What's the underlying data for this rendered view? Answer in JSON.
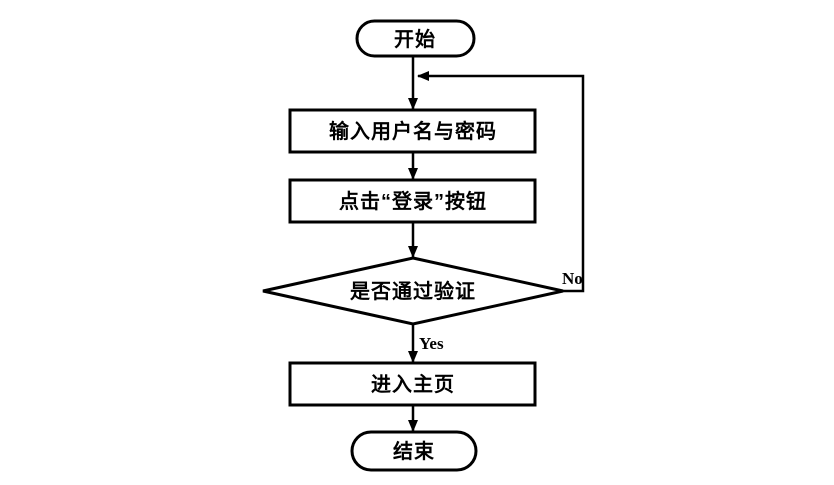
{
  "diagram": {
    "kind": "flowchart",
    "direction": "top-down",
    "background_color": "#ffffff",
    "line_color": "#000000",
    "nodes": [
      {
        "id": "start",
        "shape": "stadium",
        "label": "开始"
      },
      {
        "id": "input",
        "shape": "rect",
        "label": "输入用户名与密码"
      },
      {
        "id": "click",
        "shape": "rect",
        "label": "点击“登录”按钮"
      },
      {
        "id": "verify",
        "shape": "diamond",
        "label": "是否通过验证"
      },
      {
        "id": "home",
        "shape": "rect",
        "label": "进入主页"
      },
      {
        "id": "end",
        "shape": "stadium",
        "label": "结束"
      }
    ],
    "edges": [
      {
        "from": "start",
        "to": "input",
        "label": ""
      },
      {
        "from": "input",
        "to": "click",
        "label": ""
      },
      {
        "from": "click",
        "to": "verify",
        "label": ""
      },
      {
        "from": "verify",
        "to": "home",
        "label": "Yes"
      },
      {
        "from": "verify",
        "to": "input",
        "label": "No"
      },
      {
        "from": "home",
        "to": "end",
        "label": ""
      }
    ]
  }
}
